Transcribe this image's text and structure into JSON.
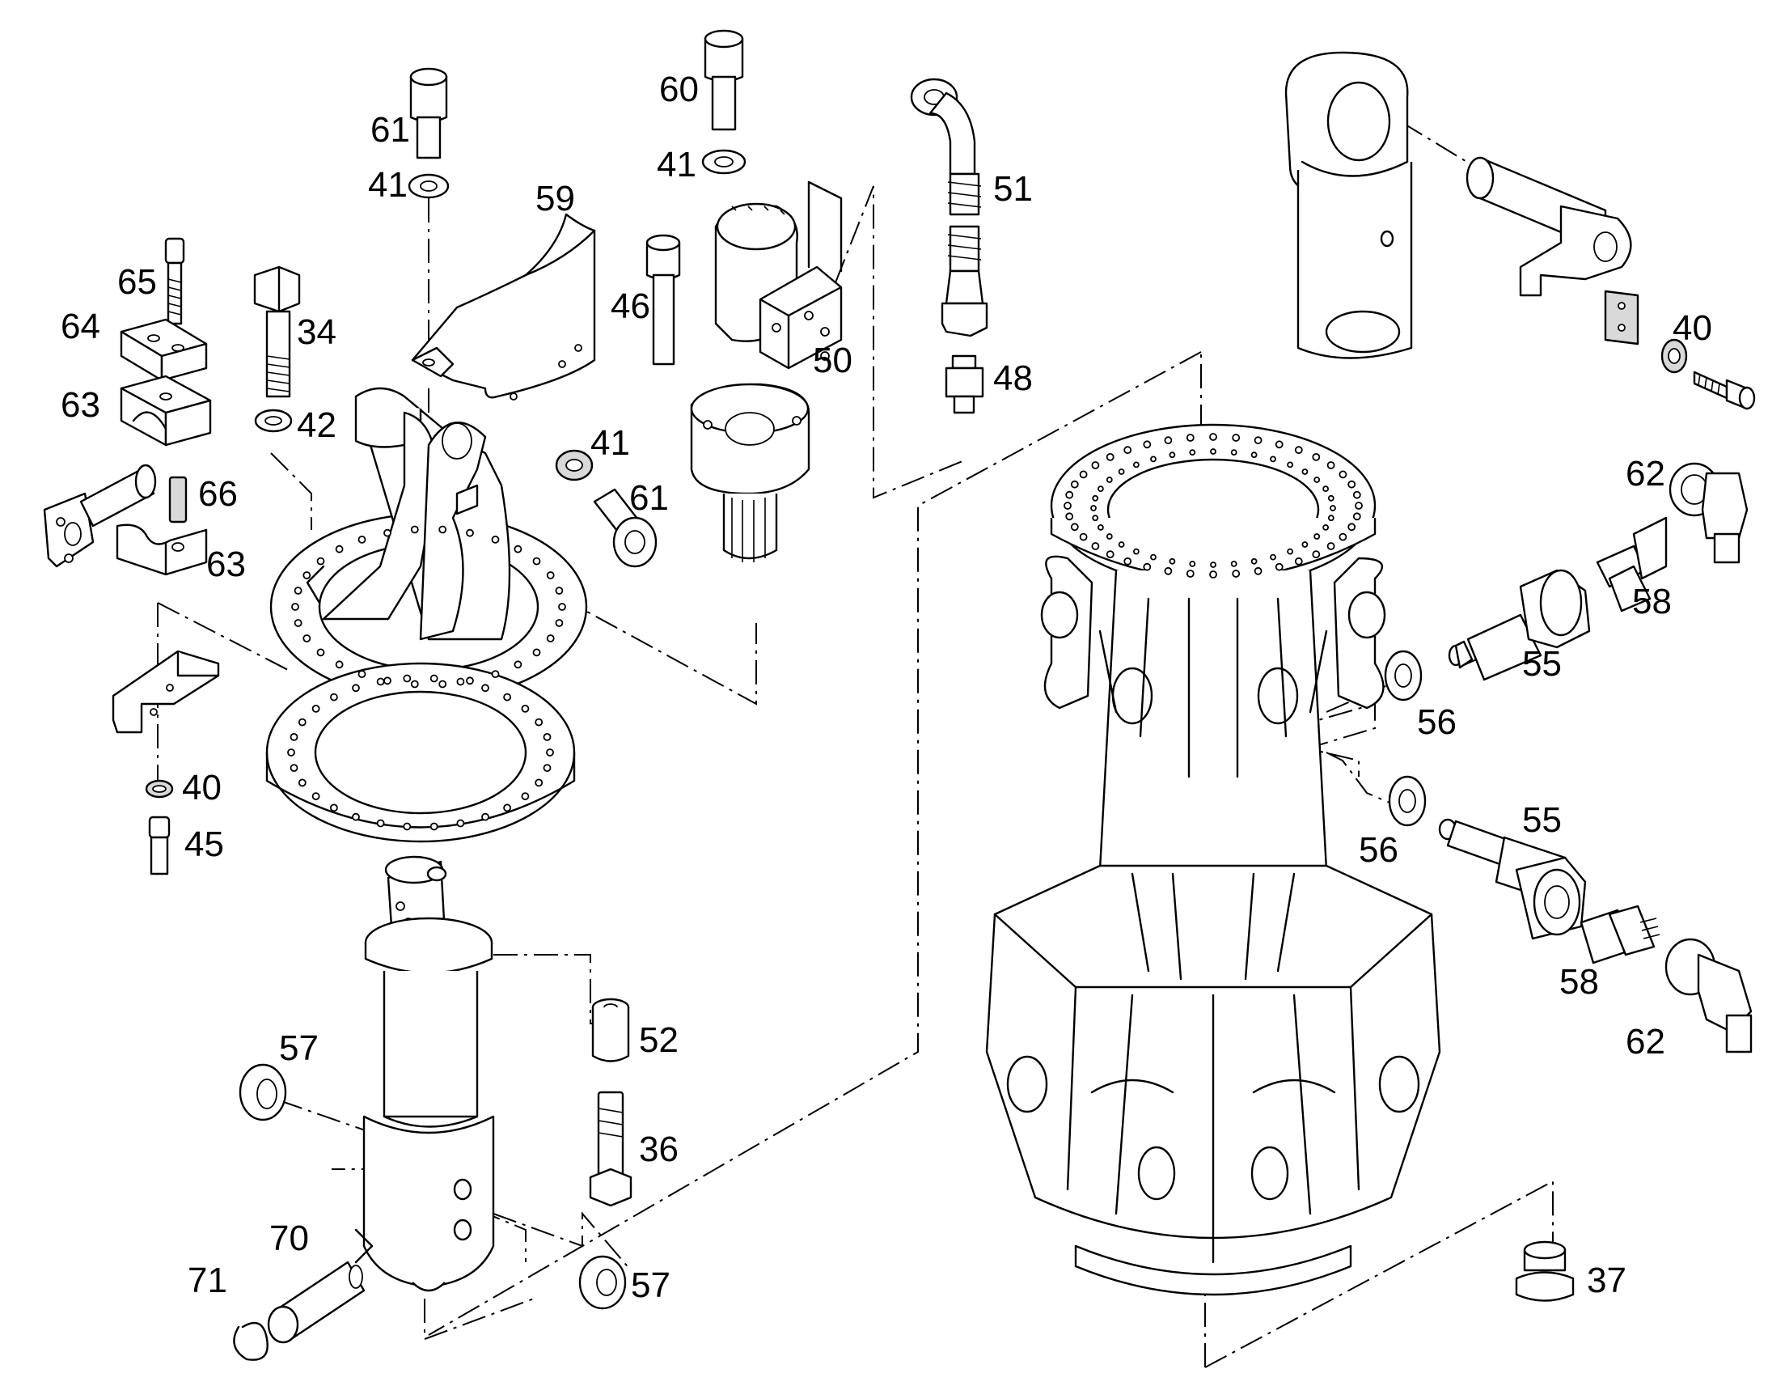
{
  "title": "",
  "colors": {
    "line": "#000000",
    "background": "#ffffff",
    "shade": "#d9d9d9"
  },
  "callouts": [
    {
      "id": "c61a",
      "text": "61"
    },
    {
      "id": "c41a",
      "text": "41"
    },
    {
      "id": "c59",
      "text": "59"
    },
    {
      "id": "c65",
      "text": "65"
    },
    {
      "id": "c64",
      "text": "64"
    },
    {
      "id": "c63a",
      "text": "63"
    },
    {
      "id": "c66",
      "text": "66"
    },
    {
      "id": "c63b",
      "text": "63"
    },
    {
      "id": "c34",
      "text": "34"
    },
    {
      "id": "c42",
      "text": "42"
    },
    {
      "id": "c40a",
      "text": "40"
    },
    {
      "id": "c45",
      "text": "45"
    },
    {
      "id": "c60",
      "text": "60"
    },
    {
      "id": "c41b",
      "text": "41"
    },
    {
      "id": "c46",
      "text": "46"
    },
    {
      "id": "c50",
      "text": "50"
    },
    {
      "id": "c41c",
      "text": "41"
    },
    {
      "id": "c61b",
      "text": "61"
    },
    {
      "id": "c51",
      "text": "51"
    },
    {
      "id": "c48",
      "text": "48"
    },
    {
      "id": "c40b",
      "text": "40"
    },
    {
      "id": "c62a",
      "text": "62"
    },
    {
      "id": "c58a",
      "text": "58"
    },
    {
      "id": "c55a",
      "text": "55"
    },
    {
      "id": "c56a",
      "text": "56"
    },
    {
      "id": "c55b",
      "text": "55"
    },
    {
      "id": "c56b",
      "text": "56"
    },
    {
      "id": "c58b",
      "text": "58"
    },
    {
      "id": "c62b",
      "text": "62"
    },
    {
      "id": "c57a",
      "text": "57"
    },
    {
      "id": "c52",
      "text": "52"
    },
    {
      "id": "c36",
      "text": "36"
    },
    {
      "id": "c70",
      "text": "70"
    },
    {
      "id": "c71",
      "text": "71"
    },
    {
      "id": "c57b",
      "text": "57"
    },
    {
      "id": "c37",
      "text": "37"
    }
  ]
}
